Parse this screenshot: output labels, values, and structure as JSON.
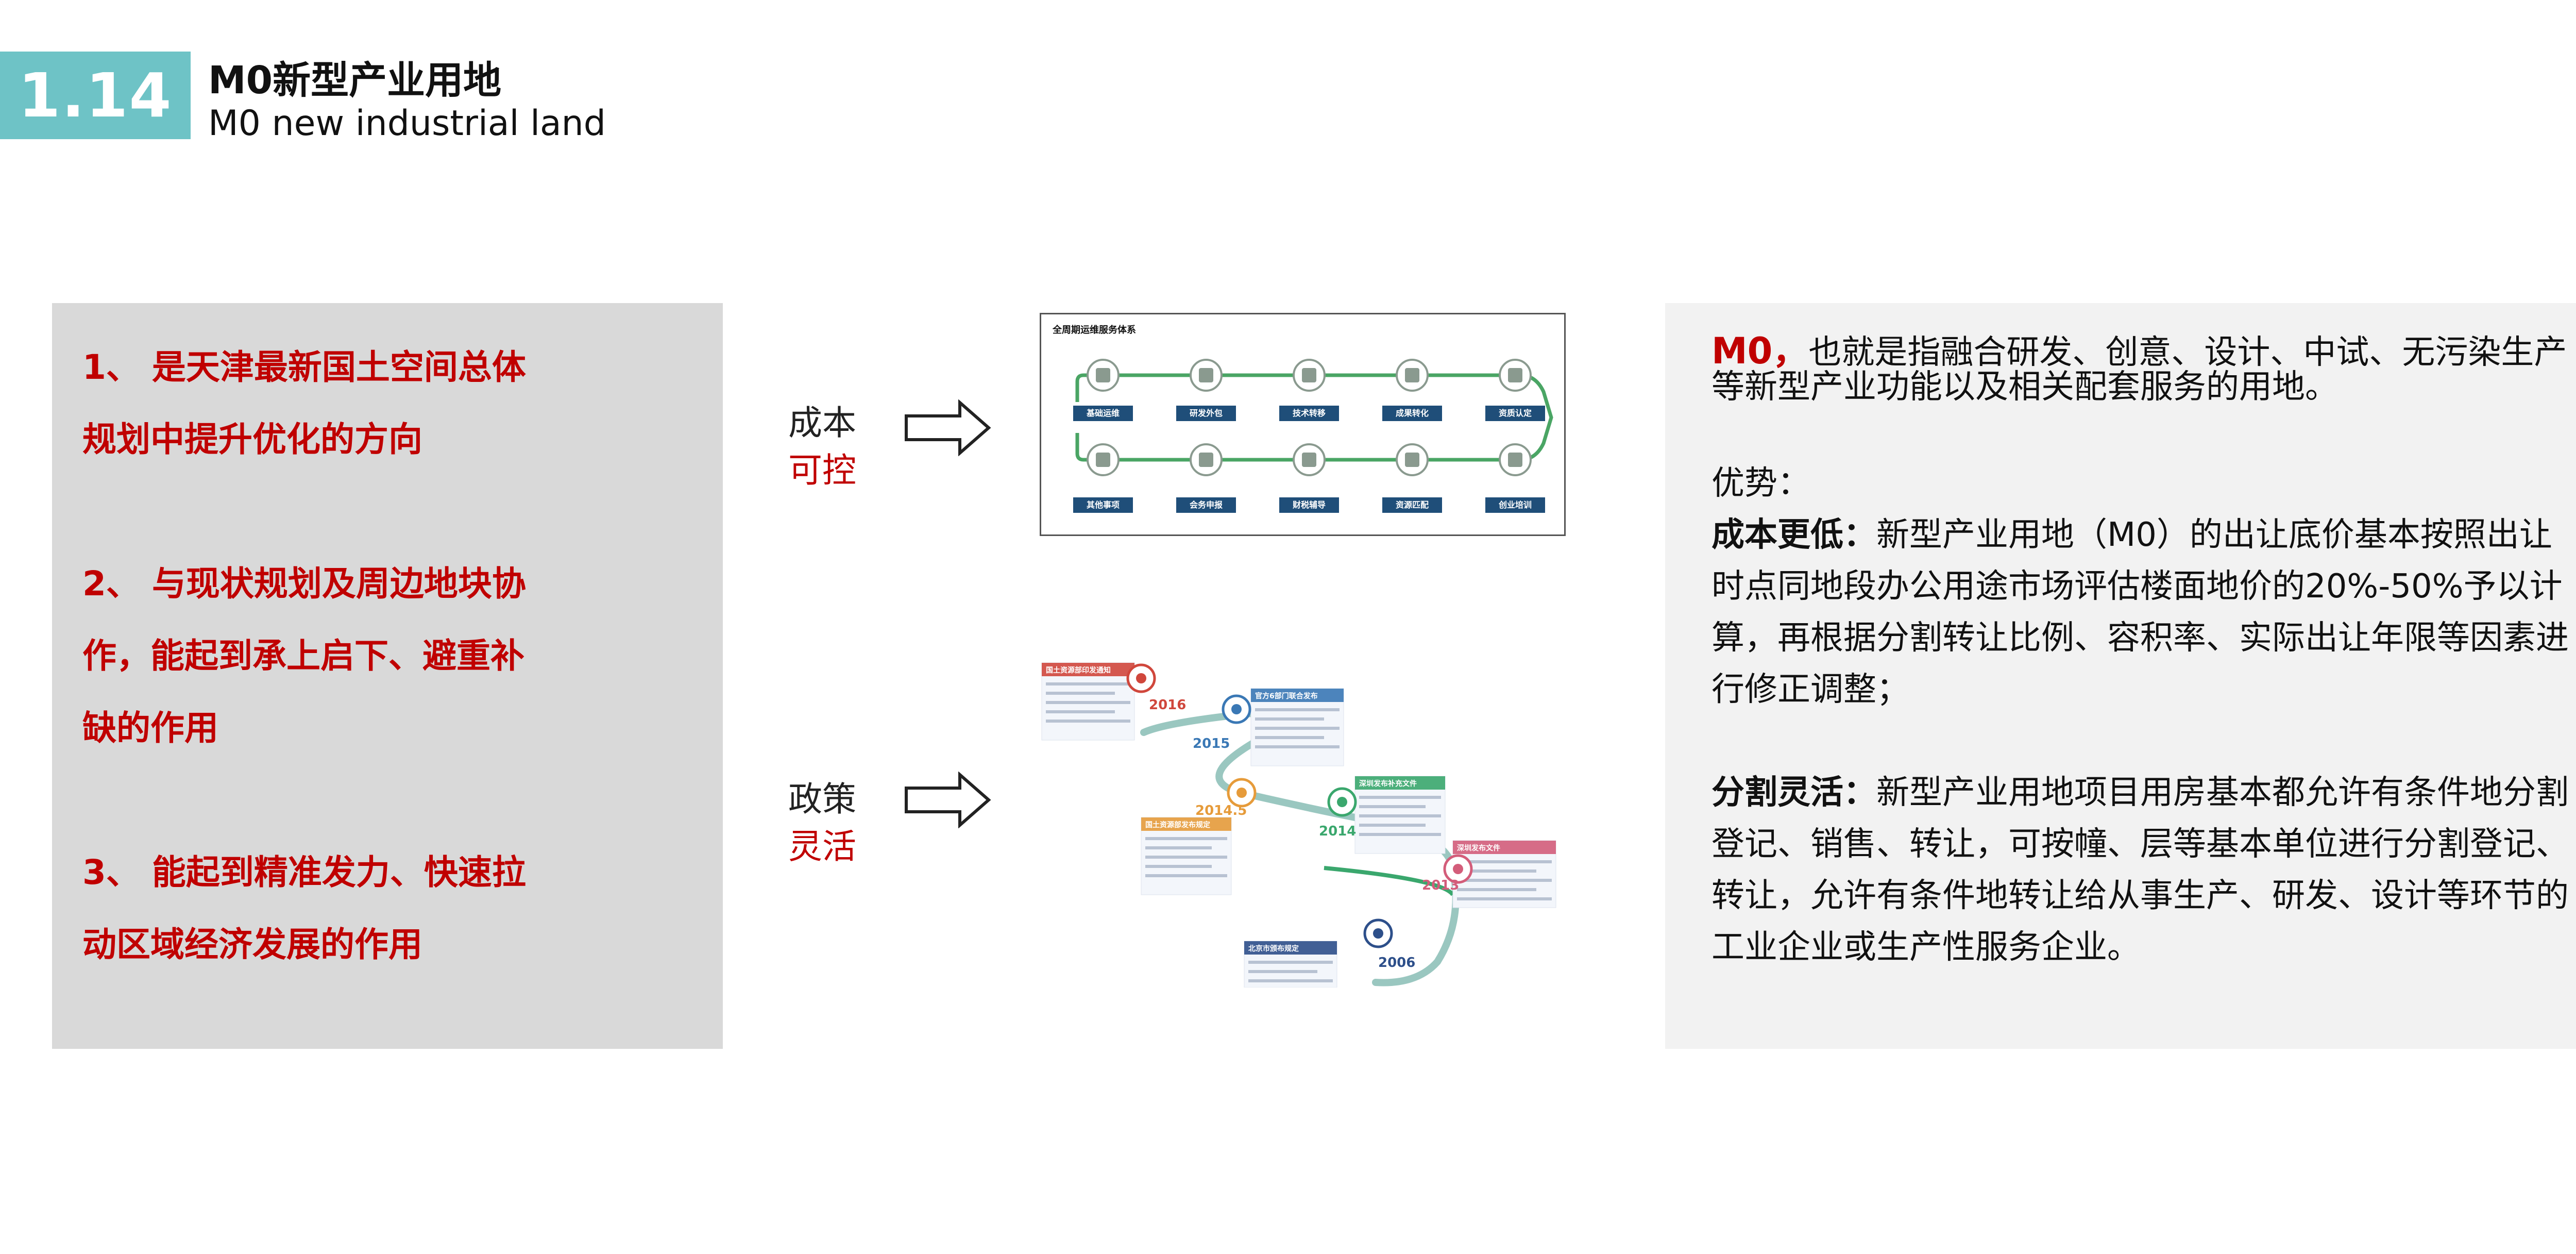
{
  "header": {
    "section_number": "1.14",
    "title_cn": "M0新型产业用地",
    "title_en": "M0 new industrial land"
  },
  "left_panel": {
    "points": [
      {
        "line1": "1、 是天津最新国土空间总体",
        "line2": "规划中提升优化的方向"
      },
      {
        "line1": "2、 与现状规划及周边地块协",
        "line2": "作，能起到承上启下、避重补",
        "line3": "缺的作用"
      },
      {
        "line1": "3、 能起到精准发力、快速拉",
        "line2": "动区域经济发展的作用"
      }
    ]
  },
  "middle": {
    "cost": {
      "line1": "成本",
      "line2": "可控"
    },
    "policy": {
      "line1": "政策",
      "line2": "灵活"
    },
    "diagram1": {
      "title": "全周期运维服务体系",
      "top_row": [
        "基础运维",
        "研发外包",
        "技术转移",
        "成果转化",
        "资质认定"
      ],
      "bottom_row": [
        "其他事项",
        "会务申报",
        "财税辅导",
        "资源匹配",
        "创业培训"
      ],
      "colors": {
        "green": "#4aa564",
        "navy": "#1f4e79",
        "icon": "#8a9a8f"
      }
    },
    "diagram2": {
      "years": [
        "2016",
        "2015",
        "2014.5",
        "2014",
        "2013",
        "2006"
      ],
      "cards": [
        "国土资源部印发通知",
        "官方6部门联合发布",
        "国土资源部发布规定",
        "深圳发布补充文件",
        "深圳发布文件",
        "北京市颁布规定"
      ],
      "colors": {
        "red": "#d0473c",
        "blue": "#3a78b5",
        "green": "#3aa76d",
        "pink": "#d35d7a",
        "orange": "#e69b3a",
        "navy": "#2d4f8a"
      }
    }
  },
  "right_panel": {
    "intro_bold": "M0，",
    "intro_text": "也就是指融合研发、创意、设计、中试、无污染生产等新型产业功能以及相关配套服务的用地。",
    "advantages_title": "优势：",
    "advantage1_title": "成本更低：",
    "advantage1_text": "新型产业用地（M0）的出让底价基本按照出让时点同地段办公用途市场评估楼面地价的20%-50%予以计算，再根据分割转让比例、容积率、实际出让年限等因素进行修正调整；",
    "advantage2_title": "分割灵活：",
    "advantage2_text": "新型产业用地项目用房基本都允许有条件地分割登记、销售、转让，可按幢、层等基本单位进行分割登记、转让，允许有条件地转让给从事生产、研发、设计等环节的工业企业或生产性服务企业。"
  }
}
